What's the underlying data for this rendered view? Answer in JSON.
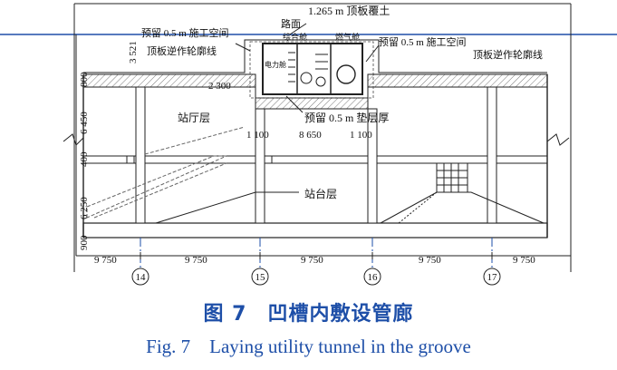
{
  "labels": {
    "cover_depth": "1.265 m 顶板覆土",
    "road_surface": "路面",
    "reserve_top_left": "预留 0.5 m 施工空间",
    "reverse_outline_left": "顶板逆作轮廓线",
    "reserve_top_right": "预留 0.5 m 施工空间",
    "reverse_outline_right": "顶板逆作轮廓线",
    "compartment_integrated": "综合舱",
    "compartment_gas": "燃气舱",
    "compartment_power": "电力舱",
    "reserve_cushion": "预留 0.5 m 垫层厚",
    "station_hall": "站厅层",
    "station_platform": "站台层"
  },
  "dimensions": {
    "d_3521": "3 521",
    "d_800": "800",
    "d_2300": "2 300",
    "d_6450": "6 450",
    "d_1100_left": "1 100",
    "d_8650": "8 650",
    "d_1100_right": "1 100",
    "d_400": "400",
    "d_6250": "6 250",
    "d_900": "900"
  },
  "spans": [
    "9 750",
    "9 750",
    "9 750",
    "9 750",
    "9 750"
  ],
  "axes": [
    "14",
    "15",
    "16",
    "17"
  ],
  "caption": {
    "cn": "图 7　凹槽内敷设管廊",
    "en": "Fig. 7　Laying utility tunnel in the groove"
  }
}
